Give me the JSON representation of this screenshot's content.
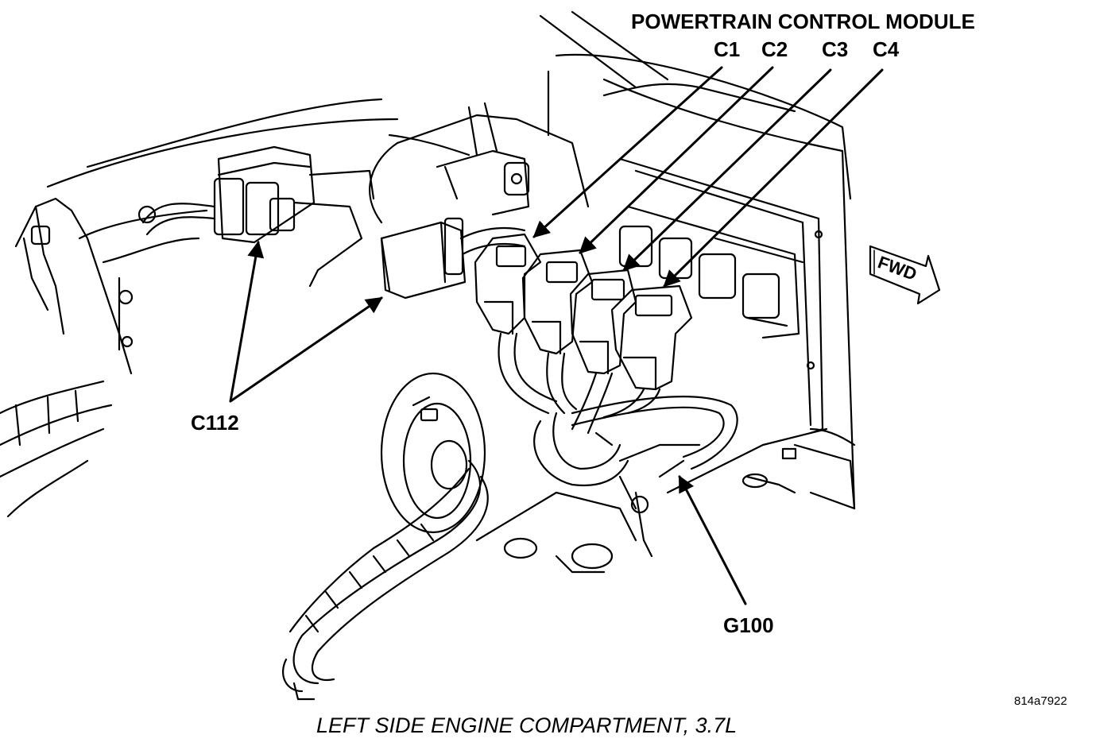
{
  "labels": {
    "module_title": "POWERTRAIN CONTROL MODULE",
    "c1": "C1",
    "c2": "C2",
    "c3": "C3",
    "c4": "C4",
    "c112": "C112",
    "g100": "G100",
    "fwd": "FWD"
  },
  "caption": "LEFT SIDE ENGINE COMPARTMENT, 3.7L",
  "figure_ref": "814a7922"
}
